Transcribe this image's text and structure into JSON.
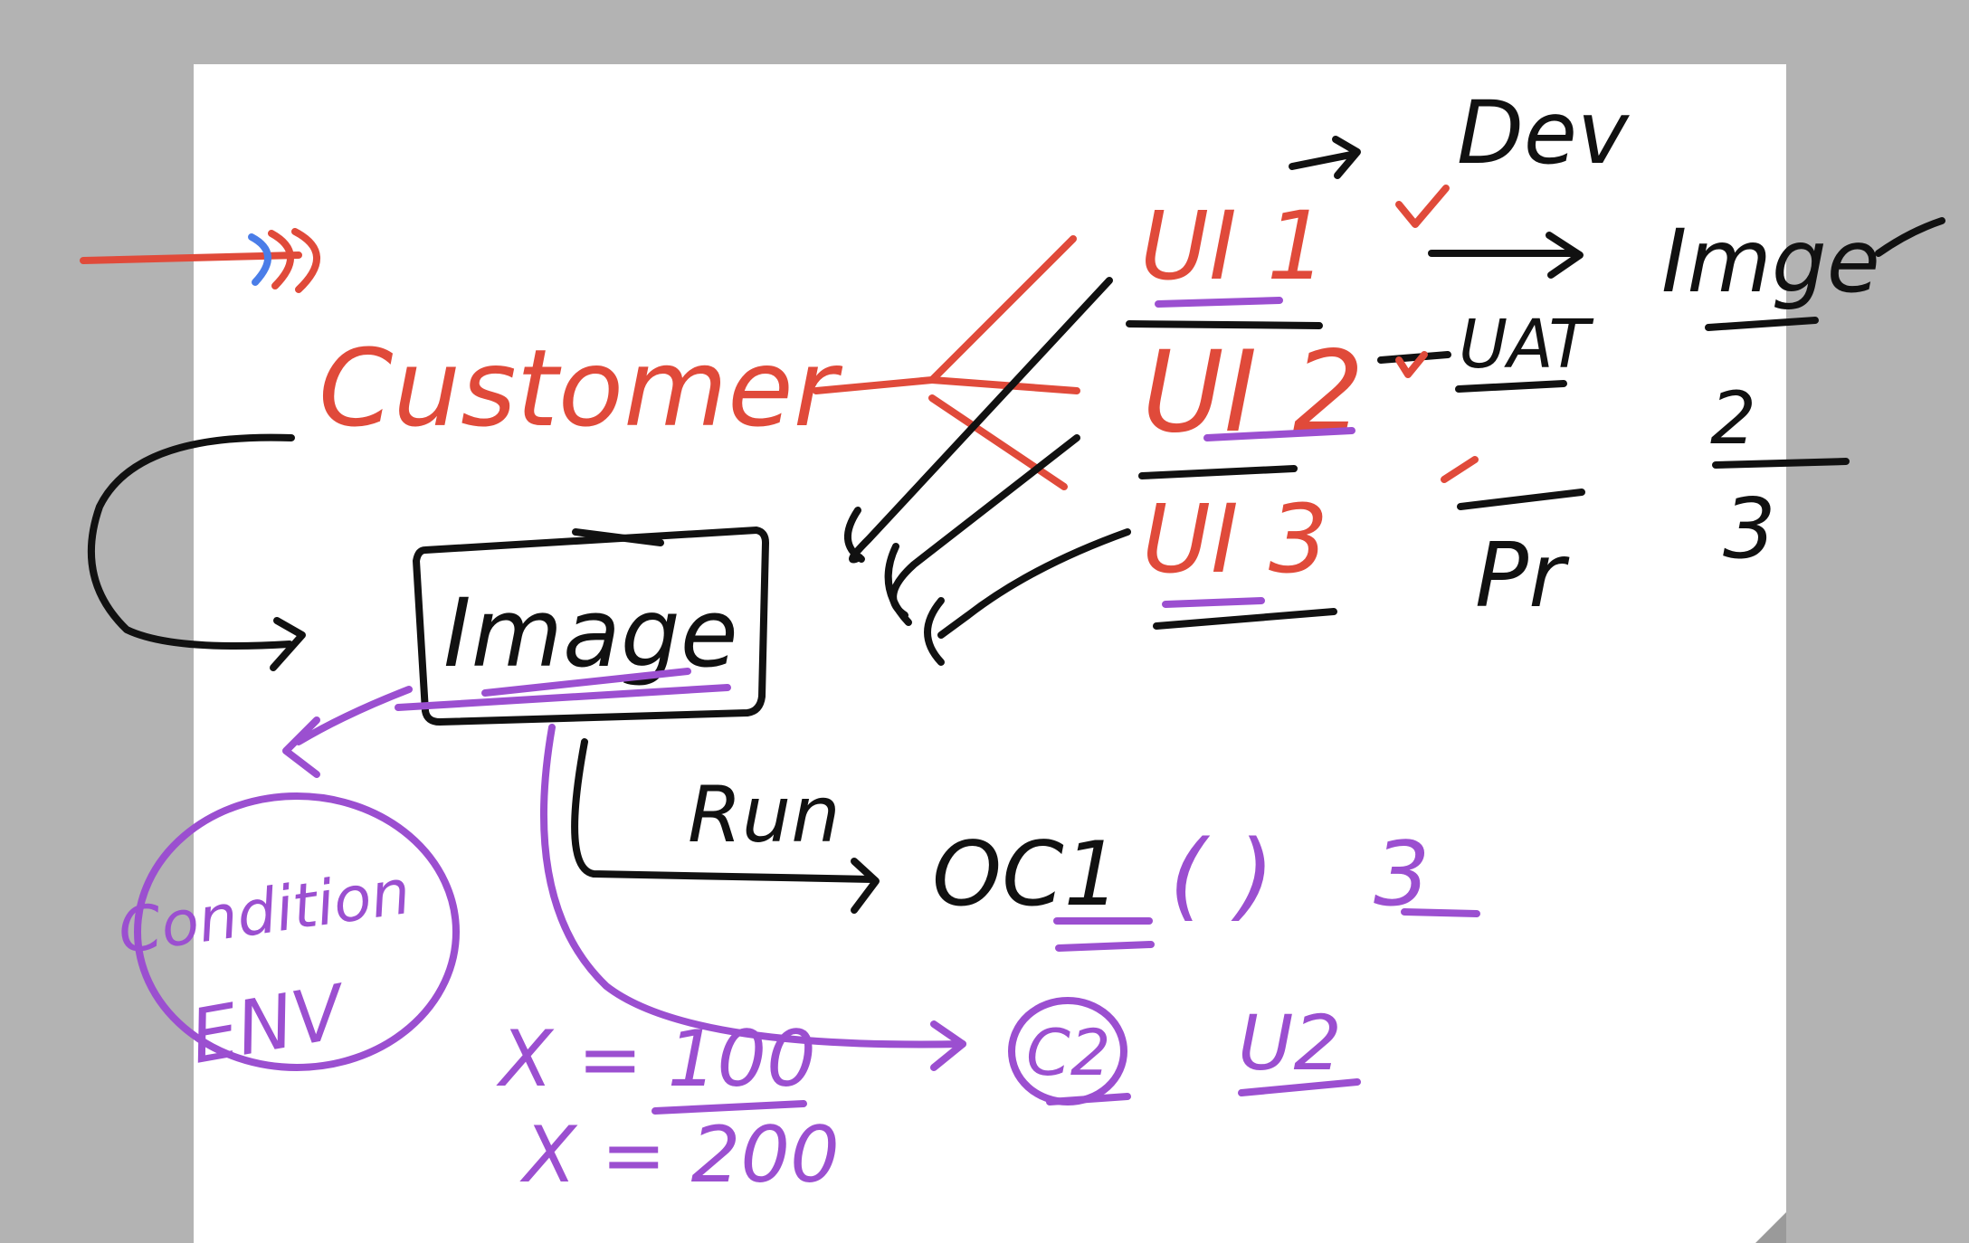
{
  "colors": {
    "background": "#b3b3b3",
    "sheet": "#ffffff",
    "ink_red": "#e04a3a",
    "ink_black": "#111111",
    "ink_purple": "#9b4fd0",
    "ink_blue": "#4a7de8"
  },
  "labels": {
    "customer": "Customer",
    "image": "Image",
    "ui1": "UI 1",
    "ui2": "UI 2",
    "ui3": "UI 3",
    "dev": "Dev",
    "uat": "UAT",
    "prod": "Pr",
    "image_right": "Imge",
    "num2": "2",
    "num3": "3",
    "run": "Run",
    "oc1": "OC1",
    "paren": "( )",
    "three": "3",
    "c2": "C2",
    "u2": "U2",
    "condition_line1": "Condition",
    "condition_line2": "ENV",
    "x100": "X = 100",
    "x200": "X = 200"
  }
}
